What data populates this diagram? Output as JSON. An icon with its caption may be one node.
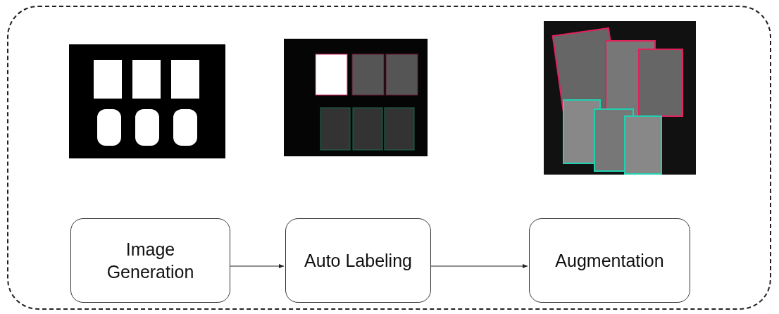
{
  "diagram": {
    "nodes": [
      {
        "text": [],
        "shape": "box"
      },
      {
        "text": [
          "Image Generation"
        ],
        "in": 0
      },
      {
        "text": [
          "Auto Labeling"
        ],
        "in": 0
      },
      {
        "text": [
          "Augmentation"
        ],
        "in": 0
      }
    ],
    "edges": [
      {
        "from": 1,
        "to": 2,
        "arrow": "to"
      },
      {
        "from": 2,
        "to": 3,
        "arrow": "to"
      }
    ]
  }
}
